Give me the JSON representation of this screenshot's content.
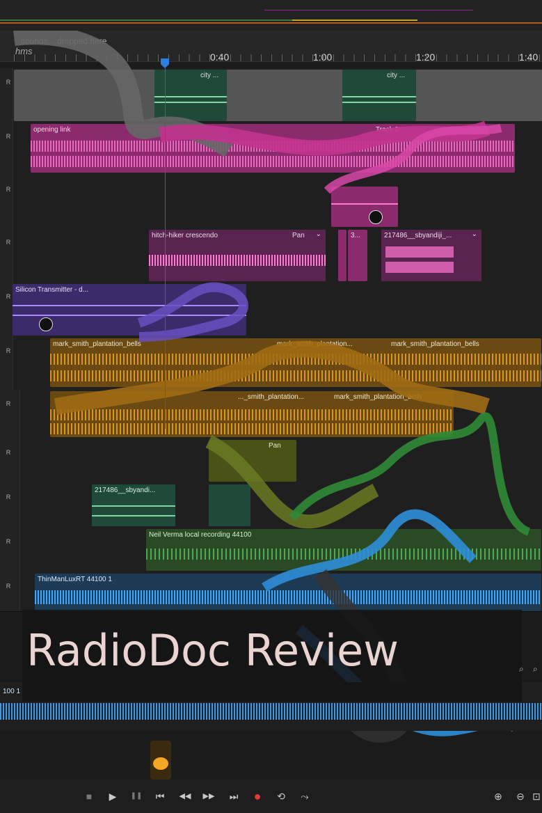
{
  "ruler": {
    "hms": "hms",
    "drop_hint": "sounds... dropped here",
    "ticks": [
      "0:40",
      "1:00",
      "1:20",
      "1:40"
    ]
  },
  "clips": {
    "city1": "city ...",
    "city2": "city ...",
    "opening_link": "opening link",
    "track2": "Track 2",
    "hitchhiker": "hitch-hiker crescendo",
    "hitch_pan": "Pan",
    "clip3": "3...",
    "sbyandiji": "217486__sbyandiji_...",
    "silicon": "Silicon Transmitter - d...",
    "mark1": "mark_smith_plantation_bells",
    "mark2": "mark_smith_plantation...",
    "mark3": "mark_smith_plantation_bells",
    "mark4": "..._smith_plantation...",
    "mark5": "mark_smith_plantation_bells",
    "olive_pan": "Pan",
    "sbyand2": "217486__sbyandi...",
    "neil": "Neil Verma local recording 44100",
    "thinman": "ThinManLuxRT 44100 1",
    "bottom_clip": "100 1"
  },
  "title": "RadioDoc Review",
  "colors": {
    "pink": "#d948a8",
    "magenta": "#8c2a7a",
    "purple": "#5a3c9a",
    "orange": "#b57a16",
    "green": "#3c6b3a",
    "blue": "#1e3b55",
    "teal": "#1f4a3a",
    "playhead": "#2b7de0"
  },
  "transport": {
    "stop": "■",
    "play": "▶",
    "pause": "❚❚",
    "to_start": "⏮",
    "rewind": "◀◀",
    "forward": "▶▶",
    "to_end": "⏭",
    "record": "●",
    "loop": "⟲",
    "skip": "⤳",
    "zoom_in": "⊕",
    "zoom_out": "⊖",
    "zoom_reset": "⊡"
  }
}
